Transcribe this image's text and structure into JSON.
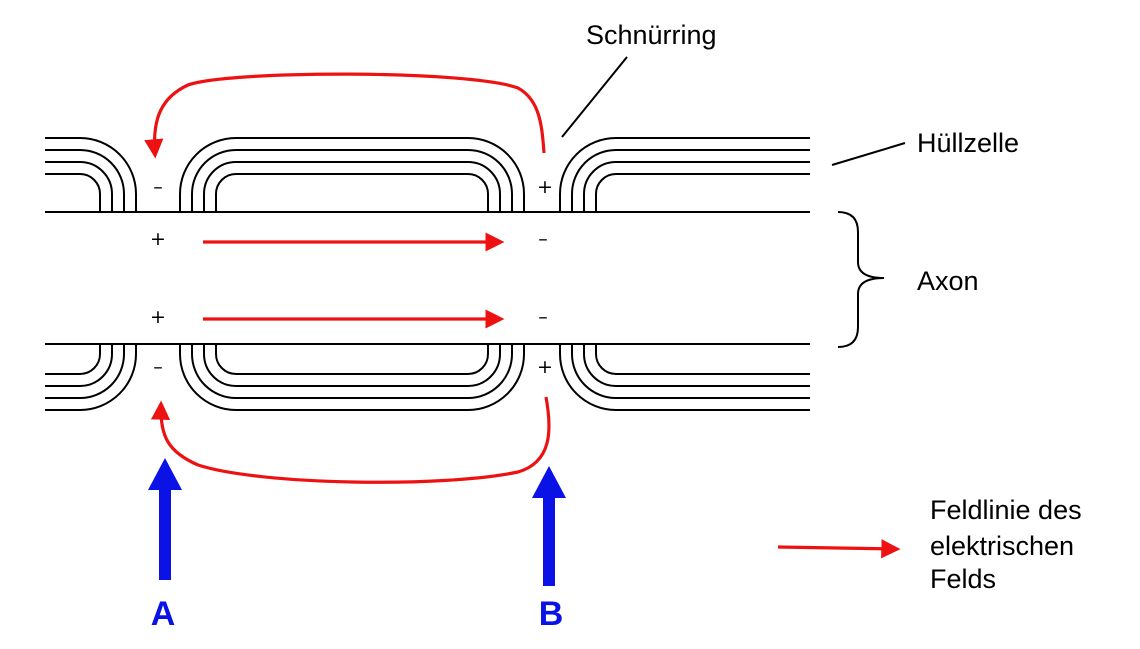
{
  "labels": {
    "node": "Schnürring",
    "sheath": "Hüllzelle",
    "axon": "Axon",
    "point_a": "A",
    "point_b": "B"
  },
  "legend": {
    "line1": "Feldlinie des",
    "line2": "elektrischen",
    "line3": "Felds"
  },
  "charges": {
    "upper_outer_left": "–",
    "upper_outer_right": "+",
    "upper_inner_left": "+",
    "upper_inner_right": "–",
    "lower_inner_left": "+",
    "lower_inner_right": "–",
    "lower_outer_left": "–",
    "lower_outer_right": "+"
  },
  "colors": {
    "field_line": "#ee1111",
    "marker": "#0a12e6",
    "line": "#000000"
  }
}
